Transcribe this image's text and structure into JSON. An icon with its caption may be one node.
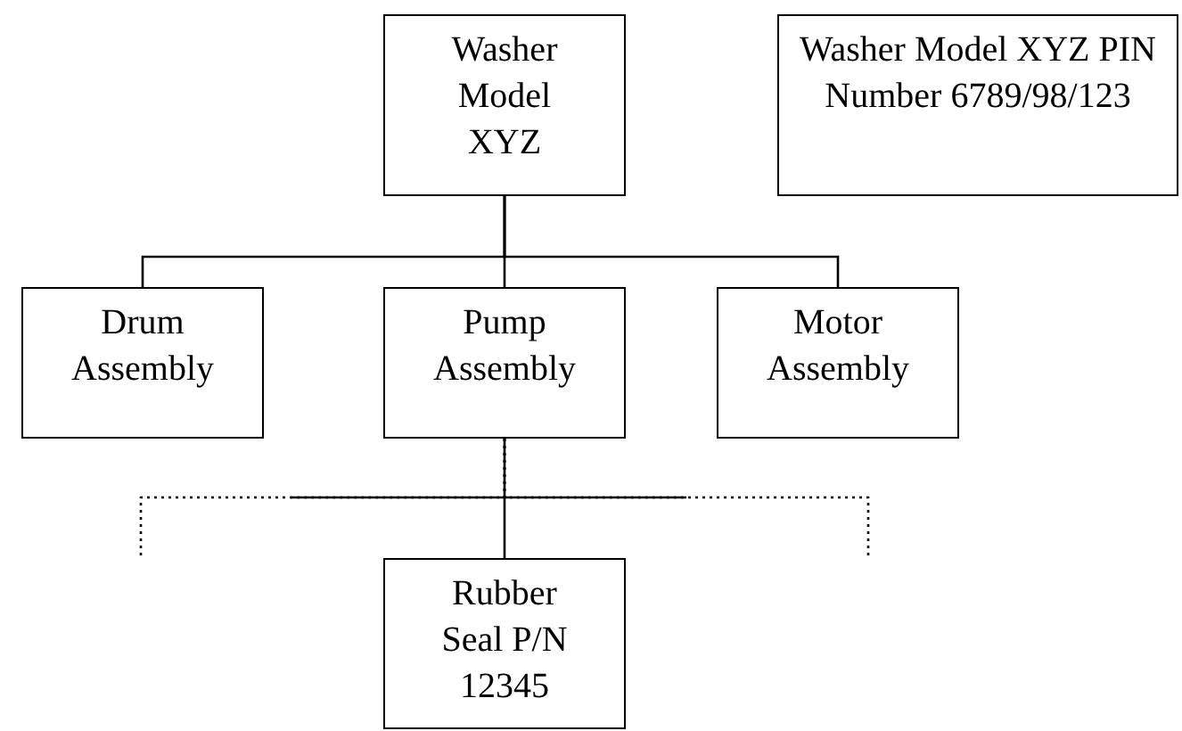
{
  "diagram": {
    "nodes": [
      {
        "text": [
          "Washer Model XYZ"
        ]
      },
      {
        "text": [
          "Washer Model XYZ PIN Number 6789/98/123"
        ]
      },
      {
        "text": [
          "Drum Assembly"
        ]
      },
      {
        "text": [
          "Pump Assembly"
        ]
      },
      {
        "text": [
          "Motor Assembly"
        ]
      },
      {
        "text": [
          "Rubber Seal P/N 12345"
        ]
      }
    ],
    "edges": [
      {
        "from": 0,
        "to": 2,
        "arrow": "none"
      },
      {
        "from": 0,
        "to": 3,
        "arrow": "none"
      },
      {
        "from": 0,
        "to": 4,
        "arrow": "none"
      },
      {
        "from": 3,
        "to": 5,
        "arrow": "none"
      },
      {
        "from": 3,
        "to": null,
        "arrow": "none",
        "style": "dashed"
      },
      {
        "from": 3,
        "to": null,
        "arrow": "none",
        "style": "dashed"
      }
    ]
  }
}
